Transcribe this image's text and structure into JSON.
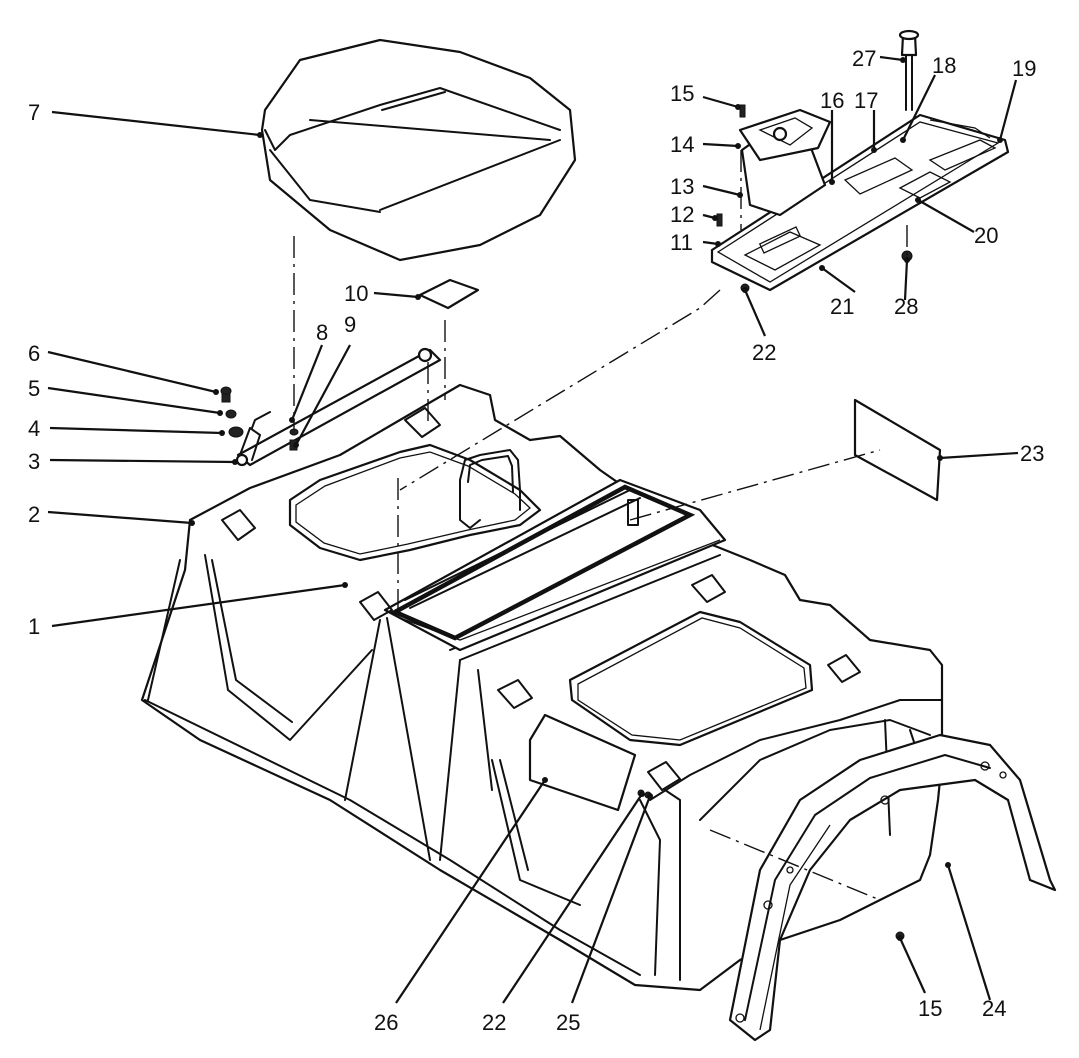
{
  "callouts": [
    {
      "id": "c1",
      "label": "1"
    },
    {
      "id": "c2",
      "label": "2"
    },
    {
      "id": "c3",
      "label": "3"
    },
    {
      "id": "c4",
      "label": "4"
    },
    {
      "id": "c5",
      "label": "5"
    },
    {
      "id": "c6",
      "label": "6"
    },
    {
      "id": "c7",
      "label": "7"
    },
    {
      "id": "c8",
      "label": "8"
    },
    {
      "id": "c9",
      "label": "9"
    },
    {
      "id": "c10",
      "label": "10"
    },
    {
      "id": "c11",
      "label": "11"
    },
    {
      "id": "c12",
      "label": "12"
    },
    {
      "id": "c13",
      "label": "13"
    },
    {
      "id": "c14",
      "label": "14"
    },
    {
      "id": "c15a",
      "label": "15"
    },
    {
      "id": "c16",
      "label": "16"
    },
    {
      "id": "c17",
      "label": "17"
    },
    {
      "id": "c18",
      "label": "18"
    },
    {
      "id": "c19",
      "label": "19"
    },
    {
      "id": "c20",
      "label": "20"
    },
    {
      "id": "c21",
      "label": "21"
    },
    {
      "id": "c22a",
      "label": "22"
    },
    {
      "id": "c23",
      "label": "23"
    },
    {
      "id": "c24",
      "label": "24"
    },
    {
      "id": "c25",
      "label": "25"
    },
    {
      "id": "c26",
      "label": "26"
    },
    {
      "id": "c22b",
      "label": "22"
    },
    {
      "id": "c27",
      "label": "27"
    },
    {
      "id": "c28",
      "label": "28"
    },
    {
      "id": "c15b",
      "label": "15"
    }
  ]
}
